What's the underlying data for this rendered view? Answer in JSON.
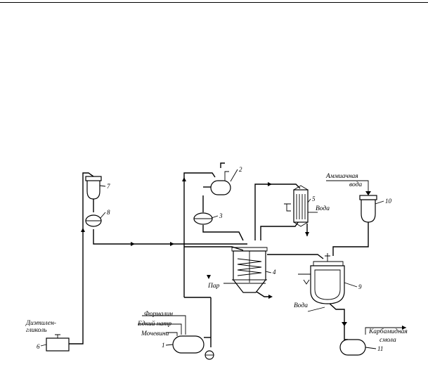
{
  "labels": {
    "diethylene_glycol_line1": "Диэтилен-",
    "diethylene_glycol_line2": "гликоль",
    "formalin": "Формалин",
    "caustic_soda": "Едкий натр",
    "urea": "Мочевина",
    "steam": "Пар",
    "water_condenser": "Вода",
    "water_cooling": "Вода",
    "ammonia_water_line1": "Аммиачная",
    "ammonia_water_line2": "вода",
    "urea_resin_line1": "Карбамидная",
    "urea_resin_line2": "смола"
  },
  "equipment_numbers": {
    "n1": "1",
    "n2": "2",
    "n3": "3",
    "n4": "4",
    "n5": "5",
    "n6": "6",
    "n7": "7",
    "n8": "8",
    "n9": "9",
    "n10": "10",
    "n11": "11"
  }
}
